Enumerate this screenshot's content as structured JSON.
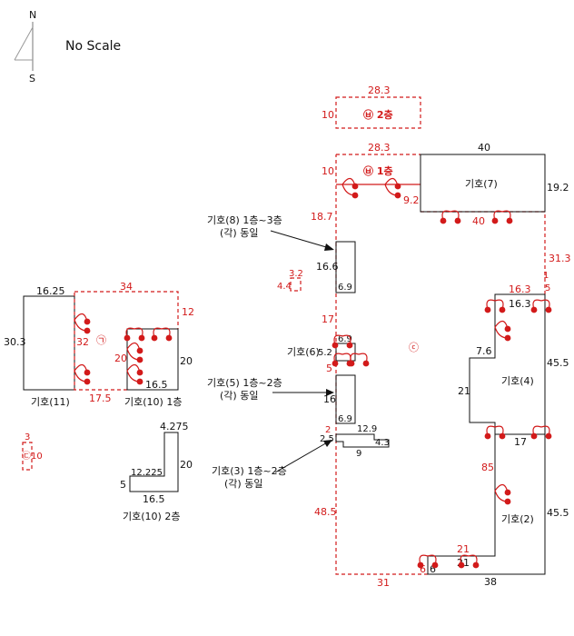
{
  "compass": {
    "north": "N",
    "south": "S"
  },
  "scale_note": "No Scale",
  "labels": {
    "lot_2f": "㉥ 2층",
    "lot_1f": "㉥ 1층",
    "lot_a": "㉠",
    "lot_c": "ⓒ",
    "lot_b": "㉡",
    "lot_d": "㉢10",
    "giho7": "기호(7)",
    "giho6": "기호(6)",
    "giho4": "기호(4)",
    "giho2": "기호(2)",
    "giho11": "기호(11)",
    "giho10_1f": "기호(10) 1층",
    "giho10_2f": "기호(10) 2층"
  },
  "callouts": {
    "c8_line1": "기호(8) 1층~3층",
    "c8_line2": "(각) 동일",
    "c5_line1": "기호(5) 1층~2층",
    "c5_line2": "(각) 동일",
    "c3_line1": "기호(3) 1층~2층",
    "c3_line2": "(각) 동일"
  },
  "dims": {
    "d28_3_top": "28.3",
    "d10_top": "10",
    "d28_3": "28.3",
    "d10": "10",
    "d40_top": "40",
    "d19_2": "19.2",
    "d9_2": "9.2",
    "d40_red": "40",
    "d18_7": "18.7",
    "d16_6": "16.6",
    "d6_9a": "6.9",
    "d3_2": "3.2",
    "d4_4": "4.4",
    "d17a": "17",
    "d6_9b": "6.9",
    "d5_2": "5.2",
    "d5": "5",
    "d16": "16",
    "d6_9c": "6.9",
    "d12_9": "12.9",
    "d2": "2",
    "d2_5": "2.5",
    "d4_3": "4.3",
    "d9": "9",
    "d48_5": "48.5",
    "d31": "31",
    "d31_3": "31.3",
    "d16_3r": "16.3",
    "d16_3b": "16.3",
    "d1": "1",
    "d5r": "5",
    "d45_5a": "45.5",
    "d7_6": "7.6",
    "d21a": "21",
    "d17b": "17",
    "d85": "85",
    "d45_5b": "45.5",
    "d21r": "21",
    "d21b": "21",
    "d6a": "6",
    "d6b": "6",
    "d38": "38",
    "d16_25": "16.25",
    "d34": "34",
    "d30_3": "30.3",
    "d12": "12",
    "d32": "32",
    "d20a": "20",
    "d20b": "20",
    "d16_5": "16.5",
    "d17_5": "17.5",
    "d3": "3",
    "d4_275": "4.275",
    "d20c": "20",
    "d12_225": "12.225",
    "d5b": "5",
    "d16_5b": "16.5"
  },
  "colors": {
    "parcel_red": "#d21a1a",
    "line_black": "#111111"
  }
}
